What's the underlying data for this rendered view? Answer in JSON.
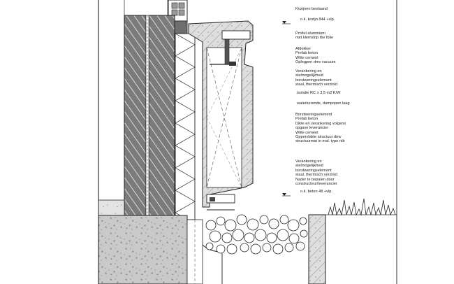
{
  "annotations": [
    {
      "id": "kozijn",
      "lines": [
        "Kozijnen bestaand"
      ]
    },
    {
      "id": "level-top",
      "lines": [
        "o.k. kozijn 844 +vlp."
      ]
    },
    {
      "id": "profiel",
      "lines": [
        "Profiel aluminium",
        "met klemstrip tbv folie"
      ]
    },
    {
      "id": "afdekker",
      "lines": [
        "Afdekker",
        "Prefab beton",
        "Witte cement",
        "Oplegpen dmv vacuum"
      ]
    },
    {
      "id": "verankering-1",
      "lines": [
        "Verankering en",
        "stelmogelijkheid",
        "borstweringselement",
        "staal, thermisch verzinkt"
      ]
    },
    {
      "id": "isolatie",
      "lines": [
        "isolatie RC ≥ 3,5 m2 K/W"
      ]
    },
    {
      "id": "waterkerende",
      "lines": [
        "waterkerende, dampopen laag"
      ]
    },
    {
      "id": "borstwering",
      "lines": [
        "Borstweringselement",
        "Prefab beton",
        "Dikte en verankering volgens",
        "opgave leverancier",
        "Witte cement",
        "Oppervlakte structuur dmv",
        "structuurmat in mal. type ntb"
      ]
    },
    {
      "id": "verankering-2",
      "lines": [
        "Verankering en",
        "stelmogelijkheid",
        "borstweringselement",
        "staal, thermisch verzinkt",
        "Nader te bepalen door",
        "constructeur/leverancier"
      ]
    },
    {
      "id": "level-bottom",
      "lines": [
        "o.k. beton 48 +vlp."
      ]
    }
  ]
}
